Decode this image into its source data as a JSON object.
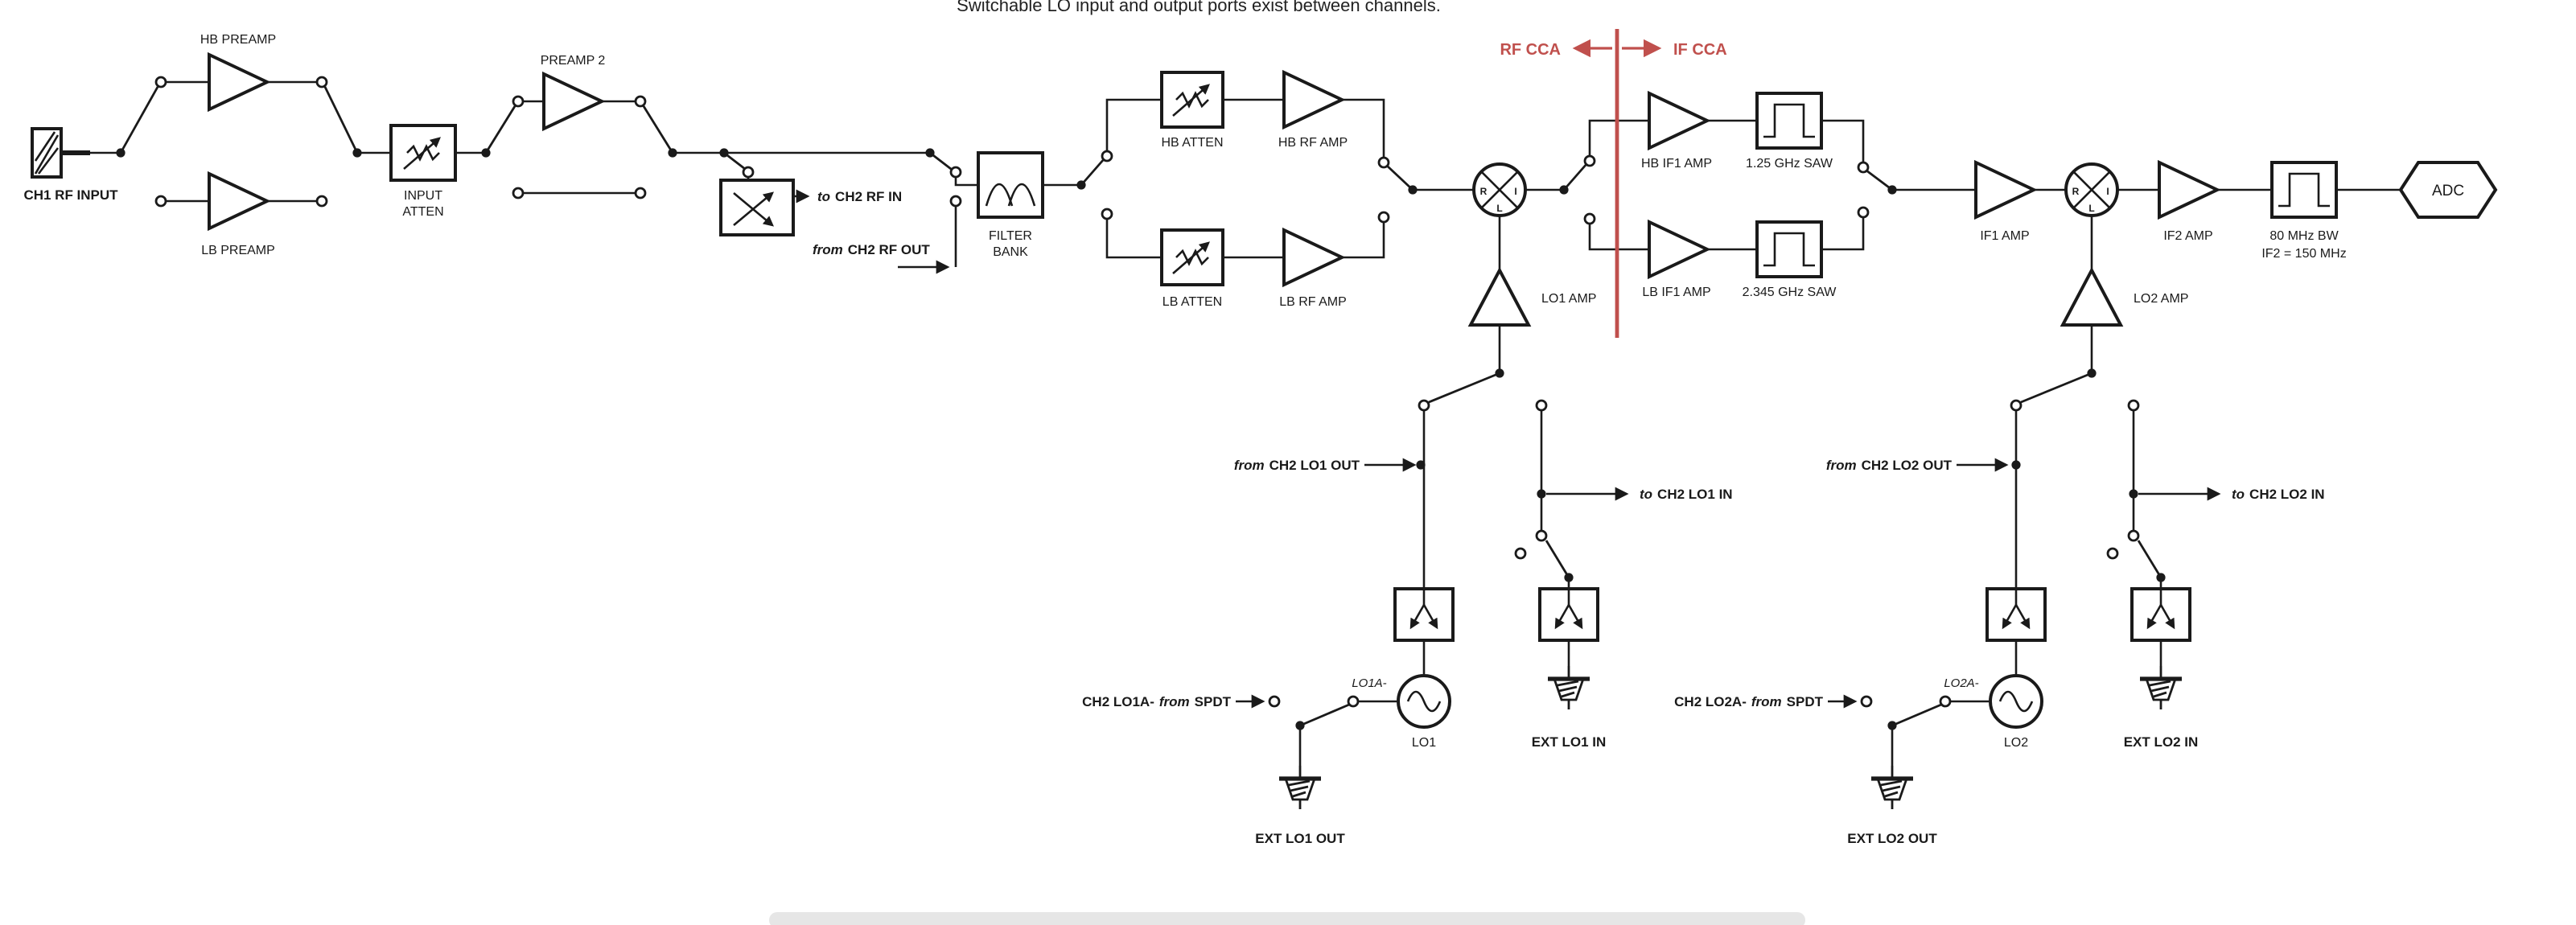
{
  "note": "Switchable LO input and output ports exist between channels.",
  "colors": {
    "wire": "#1a1a1a",
    "accent": "#c0504d",
    "background": "#ffffff",
    "bottom_bar": "#dcdcdc"
  },
  "sections": {
    "rf_cca": "RF CCA",
    "if_cca": "IF CCA"
  },
  "ports": {
    "ch1_rf_input": "CH1 RF INPUT",
    "to_ch2_rf_in": {
      "pre": "to",
      "name": "CH2 RF IN"
    },
    "from_ch2_rf_out": {
      "pre": "from",
      "name": "CH2 RF OUT"
    },
    "from_ch2_lo1_out": {
      "pre": "from",
      "name": "CH2 LO1 OUT"
    },
    "to_ch2_lo1_in": {
      "pre": "to",
      "name": "CH2 LO1 IN"
    },
    "from_ch2_lo2_out": {
      "pre": "from",
      "name": "CH2 LO2 OUT"
    },
    "to_ch2_lo2_in": {
      "pre": "to",
      "name": "CH2 LO2 IN"
    },
    "ch2_lo1a": {
      "name": "CH2 LO1A-",
      "mid": "from",
      "tail": "SPDT"
    },
    "ch2_lo2a": {
      "name": "CH2 LO2A-",
      "mid": "from",
      "tail": "SPDT"
    },
    "lo1a": "LO1A-",
    "lo2a": "LO2A-",
    "ext_lo1_out": "EXT LO1 OUT",
    "ext_lo1_in": "EXT LO1 IN",
    "ext_lo2_out": "EXT LO2 OUT",
    "ext_lo2_in": "EXT LO2 IN"
  },
  "components": {
    "hb_preamp": "HB PREAMP",
    "lb_preamp": "LB PREAMP",
    "input_atten": [
      "INPUT",
      "ATTEN"
    ],
    "preamp2": "PREAMP 2",
    "filter_bank": [
      "FILTER",
      "BANK"
    ],
    "hb_atten": "HB ATTEN",
    "hb_rf_amp": "HB RF AMP",
    "lb_atten": "LB ATTEN",
    "lb_rf_amp": "LB RF AMP",
    "hb_if1_amp": "HB IF1 AMP",
    "saw1": "1.25 GHz SAW",
    "lb_if1_amp": "LB IF1 AMP",
    "saw2": "2.345 GHz SAW",
    "if1_amp": "IF1 AMP",
    "if2_amp": "IF2 AMP",
    "lo1_amp": "LO1 AMP",
    "lo2_amp": "LO2 AMP",
    "if2_filter": [
      "80 MHz BW",
      "IF2 = 150 MHz"
    ],
    "lo1": "LO1",
    "lo2": "LO2",
    "adc": "ADC"
  },
  "mixer_ports": {
    "rf": "R",
    "lo": "L",
    "if": "I"
  }
}
